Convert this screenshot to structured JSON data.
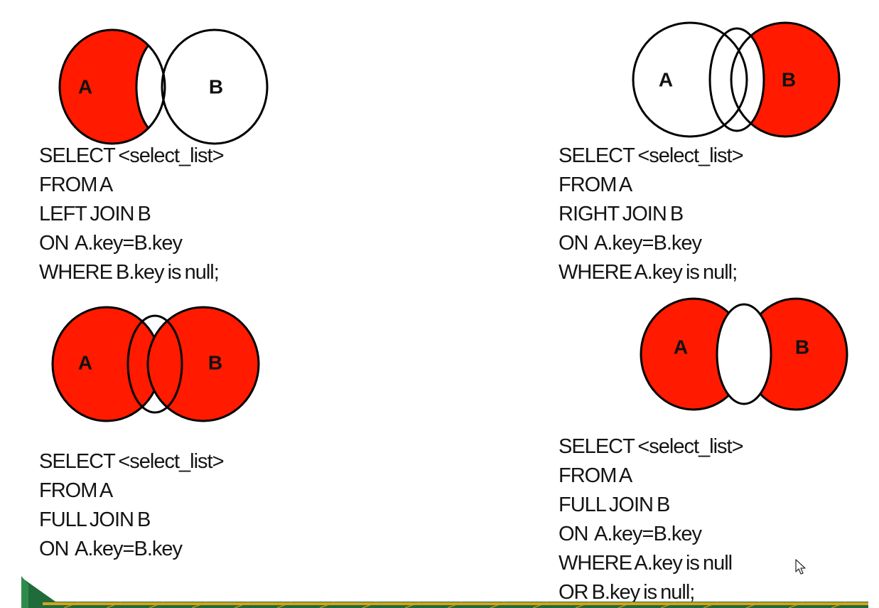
{
  "colors": {
    "fill": "#ff1a00",
    "stroke": "#000000",
    "background": "#ffffff",
    "footer_green": "#1f6b3a",
    "footer_gold": "#d8a21b"
  },
  "panels": [
    {
      "id": "left-join-exclude",
      "venn": {
        "label_a": "A",
        "label_b": "B",
        "shaded": "left-only"
      },
      "sql": [
        "SELECT <select_list>",
        "FROM A",
        "LEFT JOIN B",
        "ON  A.key=B.key",
        "WHERE B.key is null;"
      ]
    },
    {
      "id": "right-join-exclude",
      "venn": {
        "label_a": "A",
        "label_b": "B",
        "shaded": "right-only"
      },
      "sql": [
        "SELECT <select_list>",
        "FROM A",
        "RIGHT JOIN B",
        "ON  A.key=B.key",
        "WHERE A.key is null;"
      ]
    },
    {
      "id": "full-join",
      "venn": {
        "label_a": "A",
        "label_b": "B",
        "shaded": "all"
      },
      "sql": [
        "SELECT <select_list>",
        "FROM A",
        "FULL JOIN B",
        "ON  A.key=B.key"
      ]
    },
    {
      "id": "full-join-exclude",
      "venn": {
        "label_a": "A",
        "label_b": "B",
        "shaded": "outer-only"
      },
      "sql": [
        "SELECT <select_list>",
        "FROM A",
        "FULL JOIN B",
        "ON  A.key=B.key",
        "WHERE A.key is null",
        "OR B.key is null;"
      ]
    }
  ]
}
